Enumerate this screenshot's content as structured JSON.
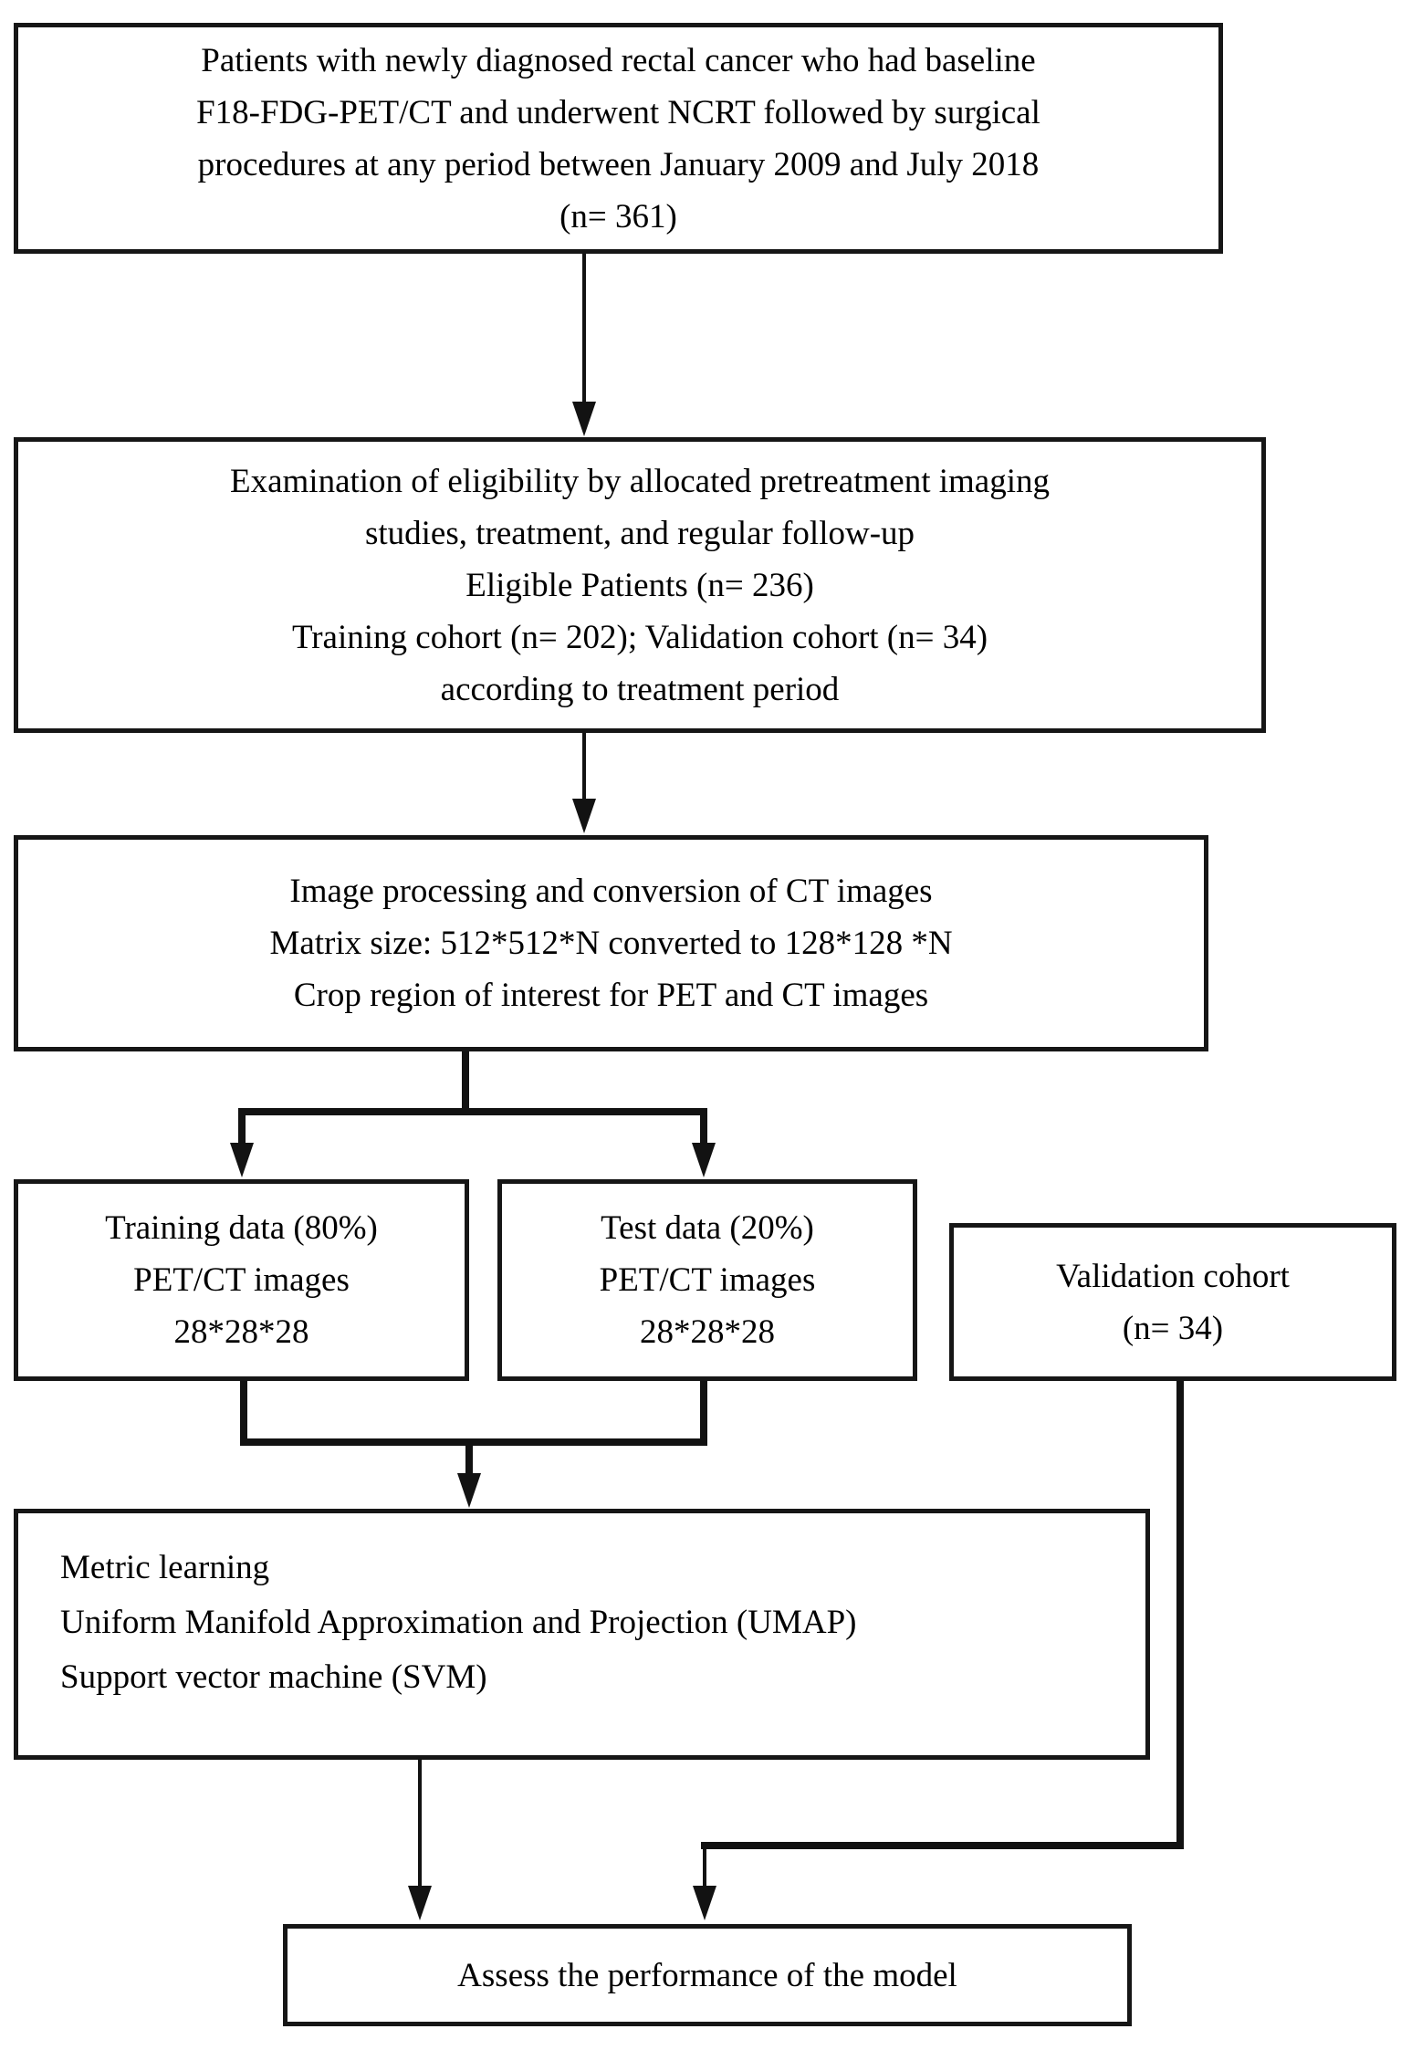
{
  "diagram": {
    "title": "Patient selection and model building flowchart",
    "colors": {
      "box_border": "#161616",
      "box_fill": "#ffffff",
      "text": "#000000",
      "connector": "#121212",
      "background": "#ffffff"
    },
    "boxes": {
      "patients": {
        "lines": [
          "Patients with newly diagnosed rectal cancer who had baseline",
          "F18-FDG-PET/CT and underwent NCRT followed by surgical",
          "procedures at any period between January 2009 and July 2018",
          "(n= 361)"
        ]
      },
      "eligibility": {
        "lines": [
          "Examination of eligibility by allocated pretreatment imaging",
          "studies, treatment, and regular follow-up",
          "Eligible Patients (n= 236)",
          "Training cohort (n= 202); Validation cohort (n= 34)",
          "according to treatment period"
        ]
      },
      "processing": {
        "lines": [
          "Image processing and conversion of CT images",
          "Matrix size: 512*512*N converted to 128*128 *N",
          "Crop region of interest for PET and CT images"
        ]
      },
      "training": {
        "lines": [
          "Training data (80%)",
          "PET/CT images",
          "28*28*28"
        ]
      },
      "test": {
        "lines": [
          "Test data (20%)",
          "PET/CT images",
          "28*28*28"
        ]
      },
      "validation": {
        "lines": [
          "Validation cohort",
          "(n= 34)"
        ]
      },
      "metric": {
        "lines": [
          "Metric learning",
          "Uniform Manifold Approximation and Projection (UMAP)",
          "Support vector machine (SVM)"
        ]
      },
      "assess": {
        "lines": [
          "Assess the performance of the model"
        ]
      }
    }
  }
}
